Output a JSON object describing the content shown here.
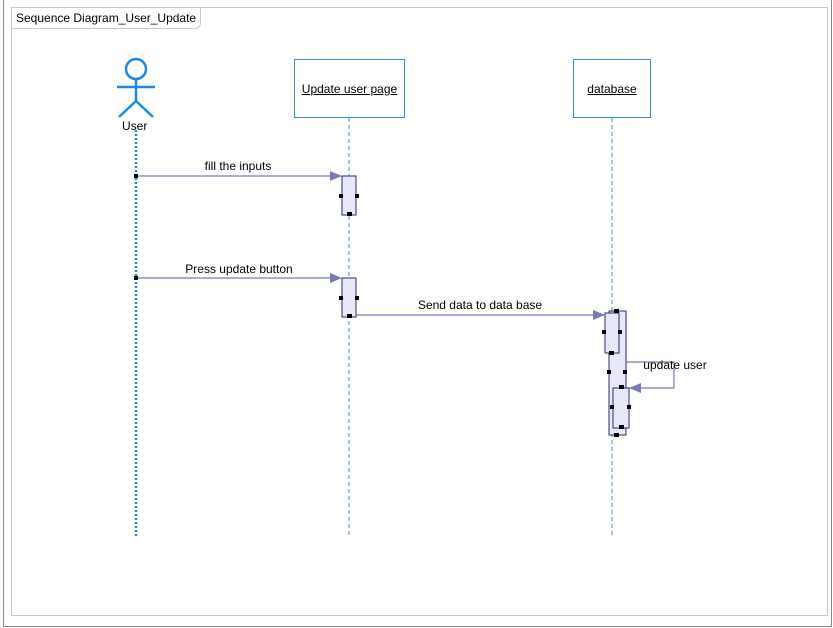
{
  "diagram": {
    "title": "Sequence Diagram_User_Update",
    "actor": {
      "label": "User"
    },
    "lifelines": [
      {
        "label": "Update user page"
      },
      {
        "label": "database"
      }
    ],
    "messages": [
      {
        "label": "fill the inputs",
        "from": "User",
        "to": "Update user page"
      },
      {
        "label": "Press update button",
        "from": "User",
        "to": "Update user page"
      },
      {
        "label": "Send data to data base",
        "from": "Update user page",
        "to": "database"
      },
      {
        "label": "update user",
        "from": "database",
        "to": "database"
      }
    ],
    "colors": {
      "actor": "#1e88e5",
      "lifeline_border": "#3a8fc7",
      "message_line": "#7a7ab8",
      "activation_fill": "#e8e8f8",
      "activation_border": "#2a2a6a"
    }
  }
}
